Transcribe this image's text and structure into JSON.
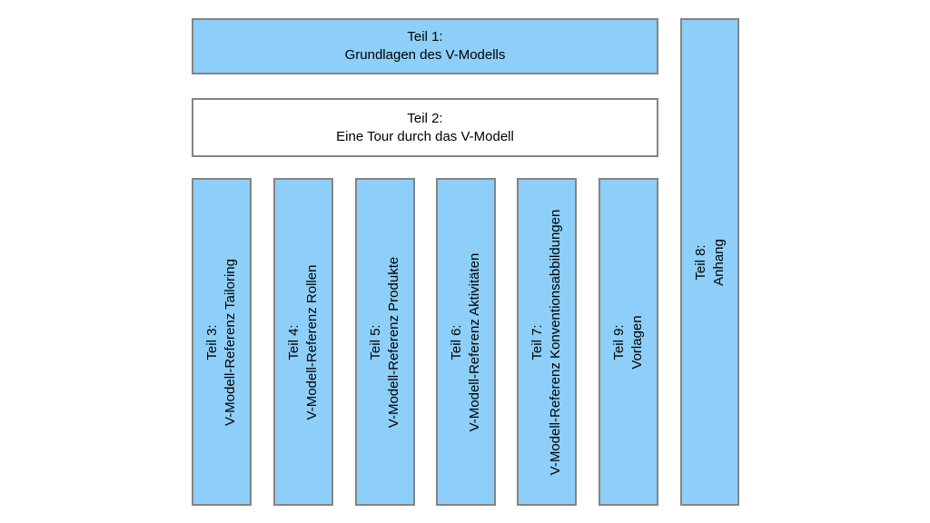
{
  "diagram": {
    "type": "block-diagram",
    "description_visible_text_only": true
  },
  "colors": {
    "box_fill": "#8DCFF8",
    "box_border": "#848484",
    "white_fill": "#FFFFFF",
    "text": "#000000",
    "background": "#FFFFFF"
  },
  "boxes": {
    "teil1": {
      "line1": "Teil 1:",
      "line2": "Grundlagen des V-Modells",
      "fill": "blue",
      "orientation": "horizontal"
    },
    "teil2": {
      "line1": "Teil 2:",
      "line2": "Eine Tour durch das V-Modell",
      "fill": "white",
      "orientation": "horizontal"
    },
    "teil3": {
      "line1": "Teil 3:",
      "line2": "V-Modell-Referenz Tailoring",
      "fill": "blue",
      "orientation": "vertical"
    },
    "teil4": {
      "line1": "Teil 4:",
      "line2": "V-Modell-Referenz Rollen",
      "fill": "blue",
      "orientation": "vertical"
    },
    "teil5": {
      "line1": "Teil 5:",
      "line2": "V-Modell-Referenz Produkte",
      "fill": "blue",
      "orientation": "vertical"
    },
    "teil6": {
      "line1": "Teil 6:",
      "line2": "V-Modell-Referenz Aktivitäten",
      "fill": "blue",
      "orientation": "vertical"
    },
    "teil7": {
      "line1": "Teil 7:",
      "line2": "V-Modell-Referenz Konventionsabbildungen",
      "fill": "blue",
      "orientation": "vertical"
    },
    "teil9": {
      "line1": "Teil 9:",
      "line2": "Vorlagen",
      "fill": "blue",
      "orientation": "vertical"
    },
    "teil8": {
      "line1": "Teil 8:",
      "line2": "Anhang",
      "fill": "blue",
      "orientation": "vertical"
    }
  }
}
